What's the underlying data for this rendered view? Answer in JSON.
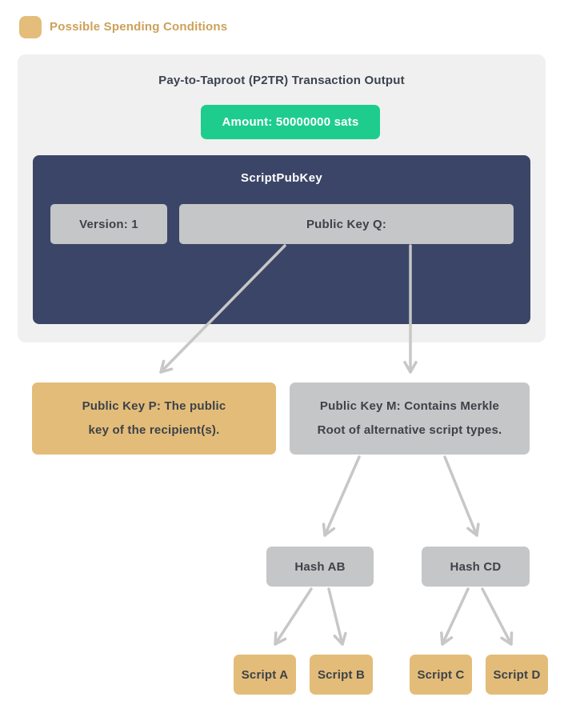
{
  "legend": {
    "label": "Possible Spending Conditions"
  },
  "output_card": {
    "title": "Pay-to-Taproot (P2TR) Transaction Output",
    "amount_badge": "Amount: 50000000 sats",
    "script_pub_key": {
      "title": "ScriptPubKey",
      "version": "Version: 1",
      "public_key_q": "Public Key Q:"
    }
  },
  "key_path": {
    "lines": [
      "Public Key P: The public",
      "key of the recipient(s)."
    ]
  },
  "script_path": {
    "lines": [
      "Public Key M: Contains Merkle",
      "Root of alternative script types."
    ]
  },
  "merkle": {
    "hash_ab": "Hash AB",
    "hash_cd": "Hash CD",
    "script_a": "Script A",
    "script_b": "Script B",
    "script_c": "Script C",
    "script_d": "Script D"
  },
  "colors": {
    "tan_box": "#e3bc79",
    "navy_box": "#3b4567",
    "green_badge": "#1ecd8d",
    "gray_box": "#c5c6c7",
    "card_background": "#f0f0f1",
    "arrow": "#c7c7c7",
    "dark_text": "#3d4249",
    "legend_text": "#cda158"
  }
}
